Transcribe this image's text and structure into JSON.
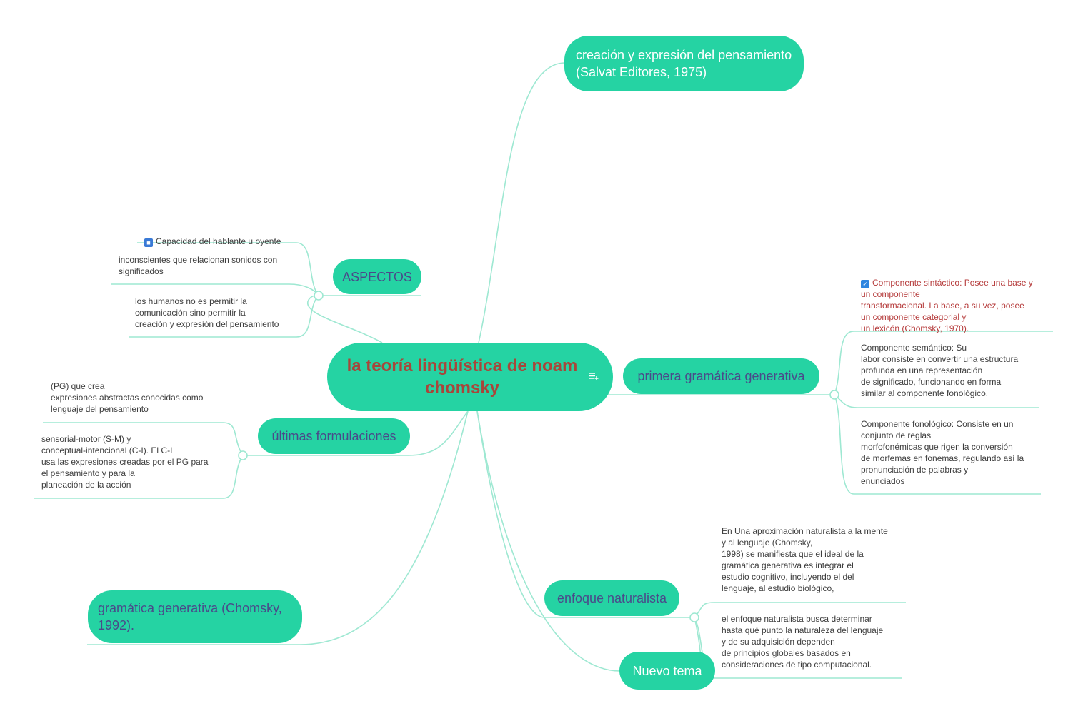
{
  "central": {
    "title": "la teoría lingüística de noam chomsky",
    "note_icon": "note-icon"
  },
  "topics": {
    "creacion": "creación y expresión del pensamiento (Salvat Editores, 1975)",
    "aspectos": "ASPECTOS",
    "ultimas": "últimas formulaciones",
    "gramatica_gen": "gramática generativa (Chomsky, 1992).",
    "primera": "primera gramática generativa",
    "enfoque": "enfoque naturalista",
    "nuevo": "Nuevo tema"
  },
  "aspectos_items": [
    "Capacidad del hablante u oyente",
    "inconscientes que relacionan sonidos con\nsignificados",
    "los humanos no es permitir la\ncomunicación sino permitir la\ncreación y expresión del pensamiento"
  ],
  "ultimas_items": [
    "(PG) que crea\nexpresiones abstractas conocidas como\nlenguaje del pensamiento",
    "sensorial-motor (S-M) y\nconceptual-intencional (C-I). El C-I\nusa las expresiones creadas por el PG para\nel pensamiento y para la\nplaneación de la acción"
  ],
  "primera_items": [
    "Componente sintáctico: Posee una base y\nun componente\ntransformacional. La base, a su vez, posee\nun componente categorial y\nun lexicón (Chomsky, 1970).",
    "Componente semántico:  Su\nlabor consiste en convertir una estructura\nprofunda en una representación\nde significado, funcionando en forma\nsimilar al componente fonológico.",
    "Componente fonológico: Consiste en un\nconjunto de reglas\nmorfofonémicas  que rigen la conversión\nde morfemas en fonemas, regulando así la\npronunciación de palabras y\nenunciados"
  ],
  "enfoque_items": [
    "En Una aproximación naturalista a la mente\ny al lenguaje (Chomsky,\n1998) se manifiesta que el ideal de la\ngramática generativa es integrar el\nestudio cognitivo, incluyendo el del\nlenguaje, al estudio biológico,",
    "el enfoque naturalista busca determinar\nhasta qué punto la naturaleza del lenguaje\ny de su adquisición dependen\nde principios globales basados en\nconsideraciones de tipo computacional."
  ],
  "icons": {
    "task": "task-icon",
    "checkbox": "checkbox-icon"
  },
  "colors": {
    "node": "#25d3a3",
    "link": "#9ee8d2",
    "central_text": "#a8463a",
    "red_text": "#b53a3a"
  }
}
